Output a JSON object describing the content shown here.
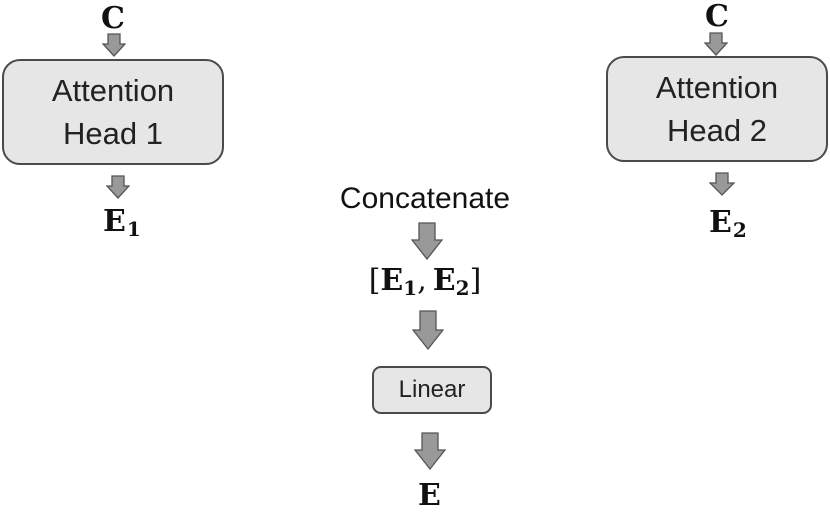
{
  "inputs": {
    "left": "C",
    "right": "C"
  },
  "heads": [
    {
      "line1": "Attention",
      "line2": "Head 1"
    },
    {
      "line1": "Attention",
      "line2": "Head 2"
    }
  ],
  "outputs": [
    {
      "letter": "E",
      "sub": "1"
    },
    {
      "letter": "E",
      "sub": "2"
    }
  ],
  "concat_label": "Concatenate",
  "concat_expr": {
    "open": "[",
    "e1": "E",
    "s1": "1",
    "sep": ",",
    "e2": "E",
    "s2": "2",
    "close": "]"
  },
  "linear_label": "Linear",
  "final_output": "E",
  "colors": {
    "box_fill": "#e6e6e6",
    "box_border": "#4a4a4a",
    "arrow_fill": "#999999",
    "arrow_stroke": "#555555"
  }
}
